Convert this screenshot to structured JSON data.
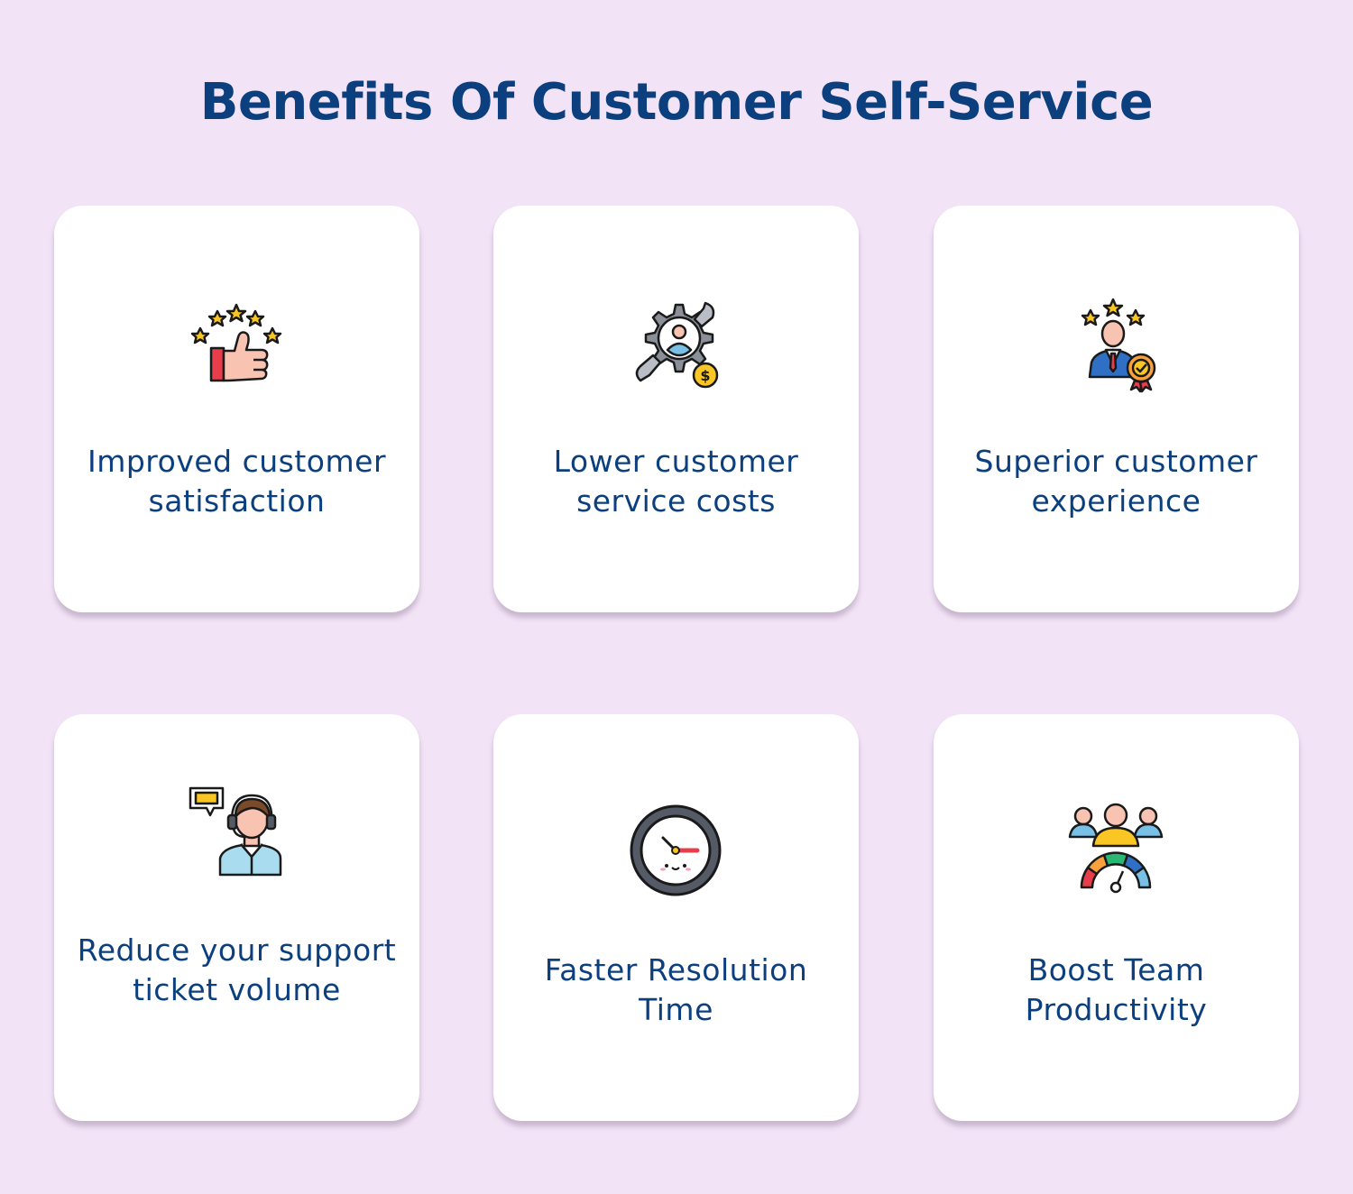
{
  "title": "Benefits Of Customer Self-Service",
  "accent_color": "#0b3f7e",
  "background_color": "#f3e3f7",
  "cards": [
    {
      "icon": "thumbs-up-stars-icon",
      "label": "Improved customer satisfaction"
    },
    {
      "icon": "gear-user-cost-icon",
      "label": "Lower customer service costs"
    },
    {
      "icon": "user-award-stars-icon",
      "label": "Superior customer experience"
    },
    {
      "icon": "support-agent-ticket-icon",
      "label": "Reduce your support ticket volume"
    },
    {
      "icon": "clock-icon",
      "label": "Faster Resolution Time"
    },
    {
      "icon": "team-gauge-icon",
      "label": "Boost Team Productivity"
    }
  ]
}
